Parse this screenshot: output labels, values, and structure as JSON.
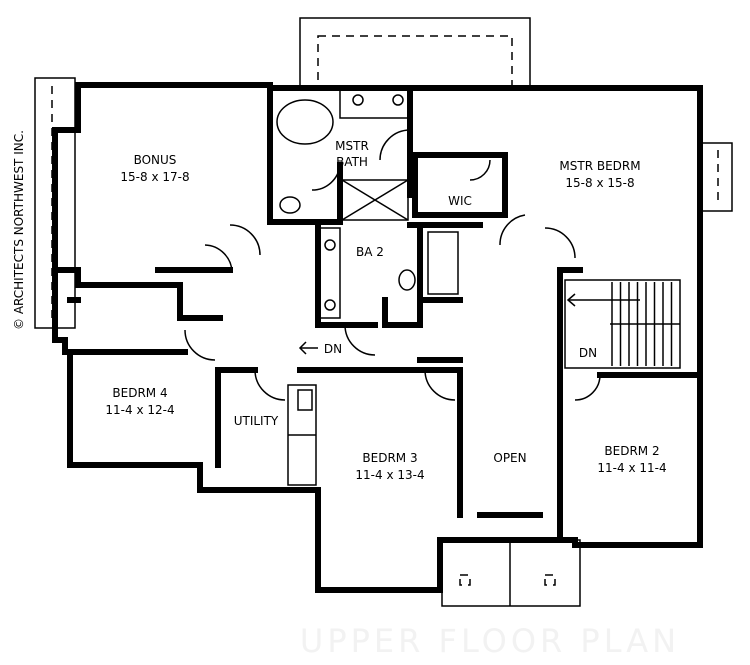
{
  "plan": {
    "title": "UPPER FLOOR PLAN",
    "copyright": "© ARCHITECTS NORTHWEST INC.",
    "rooms": [
      {
        "name": "BONUS",
        "size": "15-8 x 17-8"
      },
      {
        "name": "MSTR",
        "size": "BATH"
      },
      {
        "name": "MSTR BEDRM",
        "size": "15-8 x 15-8"
      },
      {
        "name": "WIC",
        "size": ""
      },
      {
        "name": "BA 2",
        "size": ""
      },
      {
        "name": "BEDRM 4",
        "size": "11-4 x 12-4"
      },
      {
        "name": "UTILITY",
        "size": ""
      },
      {
        "name": "BEDRM 3",
        "size": "11-4 x 13-4"
      },
      {
        "name": "OPEN",
        "size": ""
      },
      {
        "name": "BEDRM 2",
        "size": "11-4 x 11-4"
      }
    ],
    "stair_labels": [
      "DN",
      "DN"
    ]
  }
}
